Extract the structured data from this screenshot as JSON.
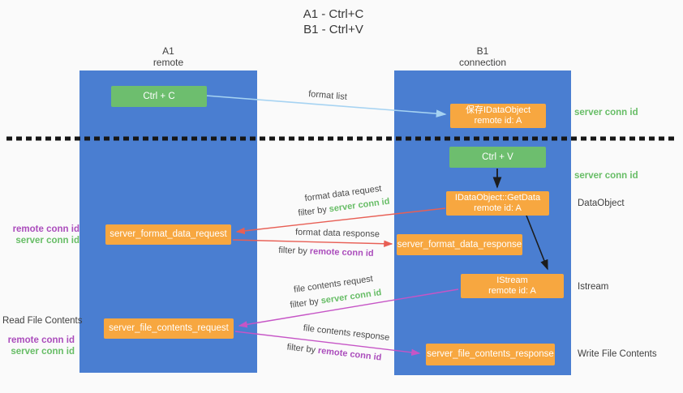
{
  "title": {
    "line1": "A1 - Ctrl+C",
    "line2": "B1 - Ctrl+V"
  },
  "columns": {
    "left": {
      "name": "A1",
      "subtitle": "remote"
    },
    "right": {
      "name": "B1",
      "subtitle": "connection"
    }
  },
  "boxes": {
    "ctrl_c": {
      "label": "Ctrl + C"
    },
    "save_idataobject": {
      "line1": "保存IDataObject",
      "line2": "remote id: A"
    },
    "ctrl_v": {
      "label": "Ctrl + V"
    },
    "idataobject_getdata": {
      "line1": "IDataObject::GetData",
      "line2": "remote id: A"
    },
    "istream": {
      "line1": "IStream",
      "line2": "remote id: A"
    },
    "server_format_data_request": {
      "label": "server_format_data_request"
    },
    "server_format_data_response": {
      "label": "server_format_data_response"
    },
    "server_file_contents_request": {
      "label": "server_file_contents_request"
    },
    "server_file_contents_response": {
      "label": "server_file_contents_response"
    }
  },
  "arrow_labels": {
    "format_list": "format list",
    "format_data_request": "format data request",
    "format_data_response": "format data response",
    "file_contents_request": "file contents request",
    "file_contents_response": "file contents response",
    "filter_by": "filter by"
  },
  "side_labels": {
    "server_conn_id": "server conn id",
    "remote_conn_id": "remote conn id",
    "dataobject": "DataObject",
    "istream": "Istream",
    "read_file_contents": "Read File Contents",
    "write_file_contents": "Write File Contents"
  },
  "colors": {
    "column_blue": "#4a7ed1",
    "box_orange": "#f7a740",
    "box_green": "#6dbe6e",
    "arrow_red": "#e85f55",
    "arrow_magenta": "#c655c6",
    "arrow_light_blue": "#a6d3f2",
    "arrow_black": "#1c1c1c",
    "text_green": "#67bd66",
    "text_purple": "#ab4dbc"
  }
}
